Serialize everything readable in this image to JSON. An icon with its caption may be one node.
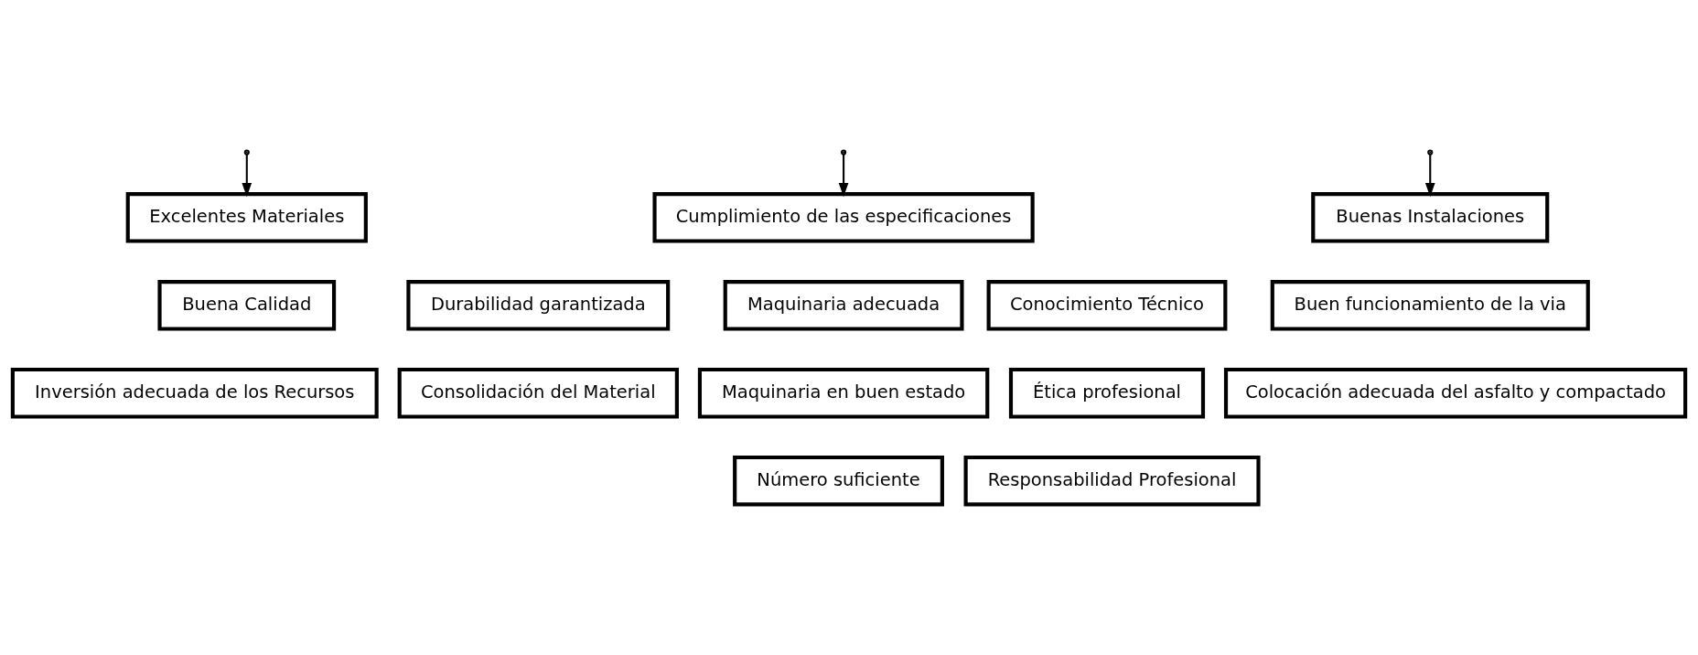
{
  "diagram": {
    "nodes": [
      {
        "text": [
          "Excelentes Materiales"
        ]
      },
      {
        "text": [
          "Buena Calidad"
        ]
      },
      {
        "text": [
          "Durabilidad garantizada"
        ]
      },
      {
        "text": [
          "Inversión adecuada de los Recursos"
        ]
      },
      {
        "text": [
          "Consolidación del Material"
        ]
      },
      {
        "text": [
          "Cumplimiento de las especificaciones"
        ]
      },
      {
        "text": [
          "Maquinaria adecuada"
        ]
      },
      {
        "text": [
          "Conocimiento Técnico"
        ]
      },
      {
        "text": [
          "Maquinaria en buen estado"
        ]
      },
      {
        "text": [
          "Ética profesional"
        ]
      },
      {
        "text": [
          "Número suficiente"
        ]
      },
      {
        "text": [
          "Responsabilidad Profesional"
        ]
      },
      {
        "text": [
          "Buenas Instalaciones"
        ]
      },
      {
        "text": [
          "Buen funcionamiento de la via"
        ]
      },
      {
        "text": [
          "Colocación adecuada del asfalto y compactado"
        ]
      }
    ],
    "edges": [
      {
        "from": null,
        "to": 0,
        "arrow": "to"
      },
      {
        "from": null,
        "to": 5,
        "arrow": "to"
      },
      {
        "from": null,
        "to": 12,
        "arrow": "to"
      }
    ]
  }
}
